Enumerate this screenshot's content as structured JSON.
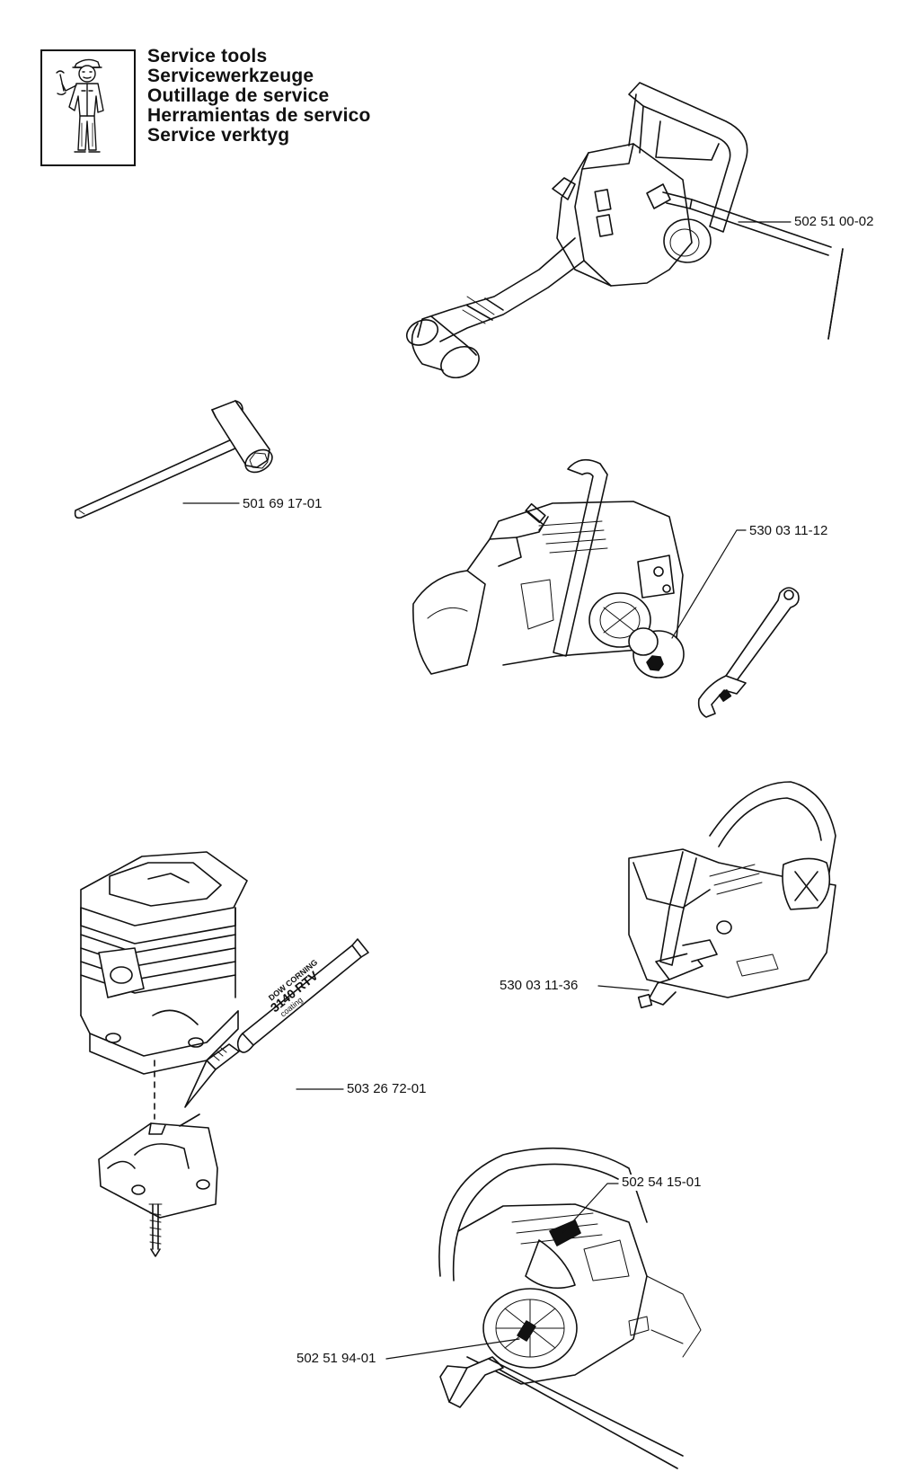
{
  "header": {
    "titles": [
      "Service tools",
      "Servicewerkzeuge",
      "Outillage de service",
      "Herramientas de servico",
      "Service verktyg"
    ],
    "icon": "mechanic-with-wrench-icon"
  },
  "parts": [
    {
      "number": "502 51 00-02",
      "tool": "t-handle-socket-wrench-icon"
    },
    {
      "number": "501 69 17-01",
      "tool": "combination-spanner-icon"
    },
    {
      "number": "530 03 11-12",
      "tool": "clutch-puller-and-adjustable-wrench-icon"
    },
    {
      "number": "503 26 72-01",
      "tool": "sealant-tube-icon"
    },
    {
      "number": "530 03 11-36",
      "tool": "piston-stop-pin-icon"
    },
    {
      "number": "502 54 15-01",
      "tool": "drift-icon"
    },
    {
      "number": "502 51 94-01",
      "tool": "flywheel-puller-and-hammer-icon"
    }
  ],
  "tube_print": {
    "brand": "DOW CORNING",
    "product": "3140 RTV",
    "sub": "coating"
  }
}
